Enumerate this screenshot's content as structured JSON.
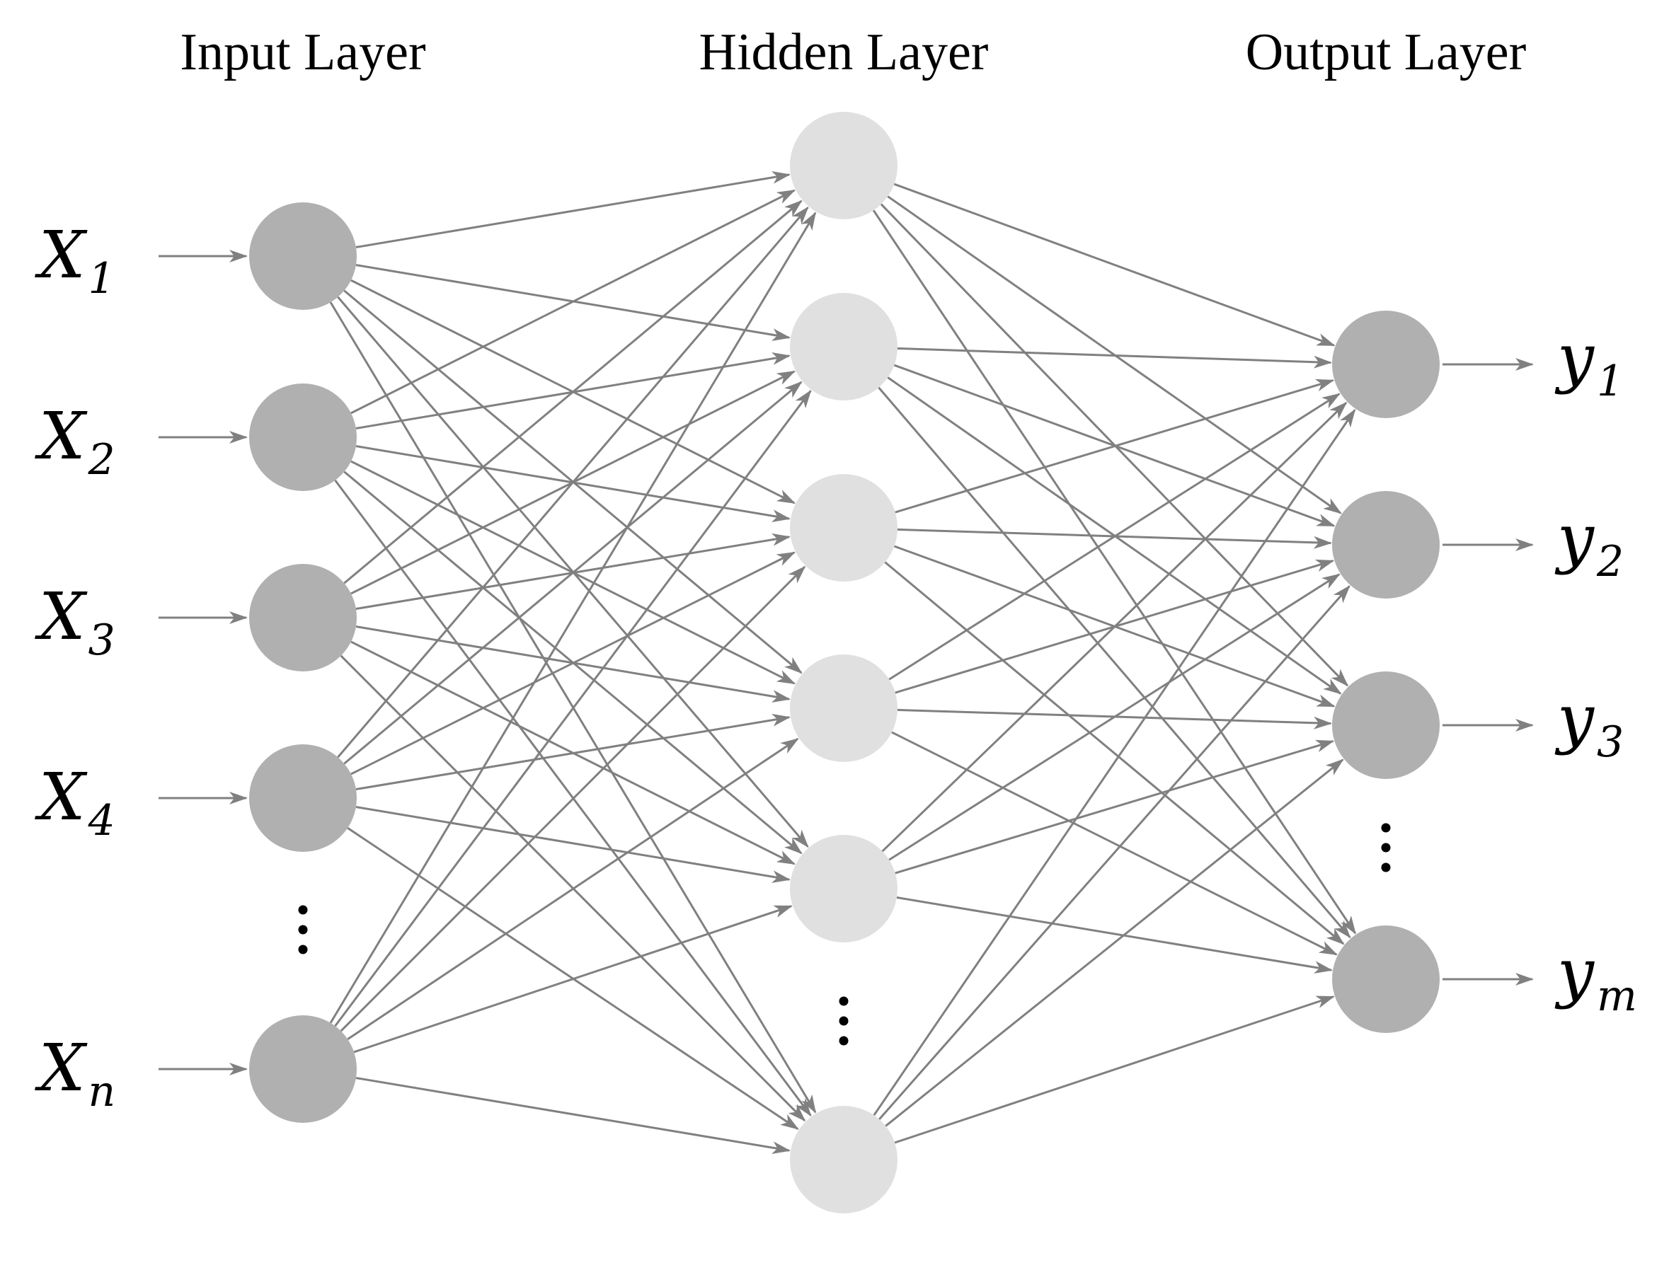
{
  "layers": {
    "input": {
      "title": "Input Layer",
      "node_color": "#b0b0b0",
      "labels": [
        {
          "base": "X",
          "sub": "1"
        },
        {
          "base": "X",
          "sub": "2"
        },
        {
          "base": "X",
          "sub": "3"
        },
        {
          "base": "X",
          "sub": "4"
        },
        {
          "base": "X",
          "sub": "n"
        }
      ],
      "ellipsis_after_index": 3
    },
    "hidden": {
      "title": "Hidden Layer",
      "node_color": "#e0e0e0",
      "node_count": 6,
      "ellipsis_after_index": 4
    },
    "output": {
      "title": "Output Layer",
      "node_color": "#b0b0b0",
      "labels": [
        {
          "base": "y",
          "sub": "1"
        },
        {
          "base": "y",
          "sub": "2"
        },
        {
          "base": "y",
          "sub": "3"
        },
        {
          "base": "y",
          "sub": "m"
        }
      ],
      "ellipsis_after_index": 2
    }
  },
  "connection_color": "#808080",
  "connectivity": "fully-connected"
}
